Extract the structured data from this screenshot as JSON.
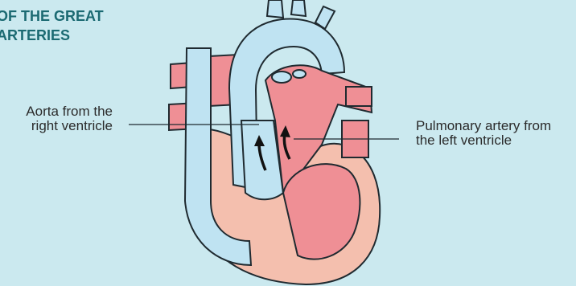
{
  "title": "OF THE GREAT\nARTERIES",
  "labels": {
    "aorta": "Aorta from the\nright ventricle",
    "pulmonary": "Pulmonary artery from\nthe left ventricle"
  },
  "colors": {
    "background": "#cbe9ef",
    "oxygen_poor_blue": "#bfe3f2",
    "oxygen_rich_pink": "#ef8f95",
    "muscle": "#f4bfae",
    "outline": "#1f2a30",
    "title": "#1b6a72"
  },
  "icons": [
    "flow-arrow-icon",
    "flow-arrow-icon"
  ]
}
